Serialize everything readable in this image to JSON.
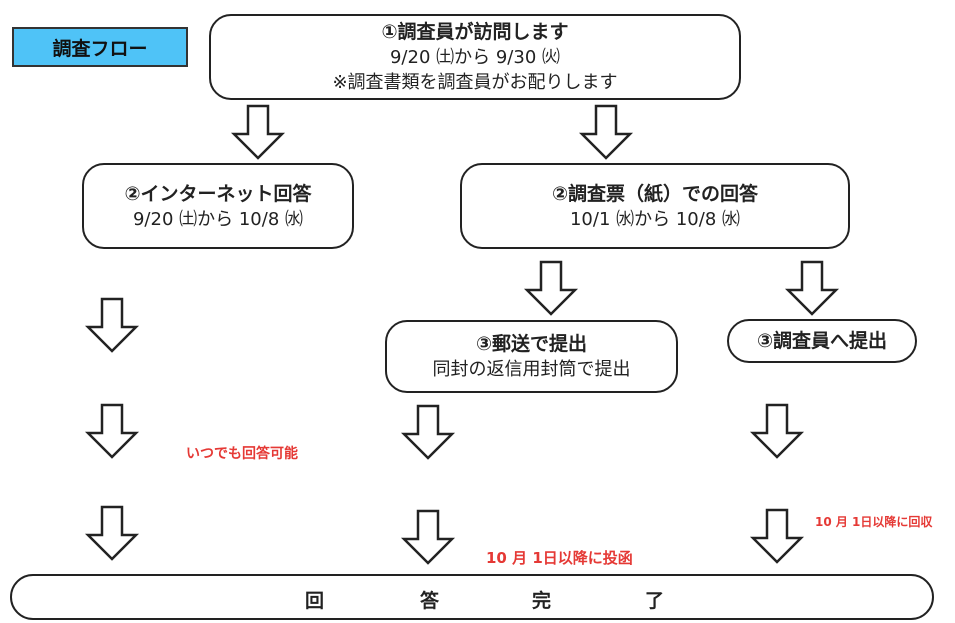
{
  "tag": {
    "label": "調査フロー"
  },
  "visit": {
    "title": "①調査員が訪問します",
    "dates": "9/20 ㈯から 9/30 ㈫",
    "note": "※調査書類を調査員がお配りします"
  },
  "internet": {
    "title": "②インターネット回答",
    "dates": "9/20 ㈯から 10/8 ㈬"
  },
  "paper": {
    "title": "②調査票（紙）での回答",
    "dates": "10/1 ㈬から 10/8 ㈬"
  },
  "mail": {
    "title": "③郵送で提出",
    "desc": "同封の返信用封筒で提出"
  },
  "collector": {
    "title": "③調査員へ提出"
  },
  "notes": {
    "anytime": "いつでも回答可能",
    "mail_after": "10 月 1日以降に投函",
    "collect_after": "10 月 1日以降に回収"
  },
  "complete": {
    "chars": [
      "回",
      "答",
      "完",
      "了"
    ]
  }
}
